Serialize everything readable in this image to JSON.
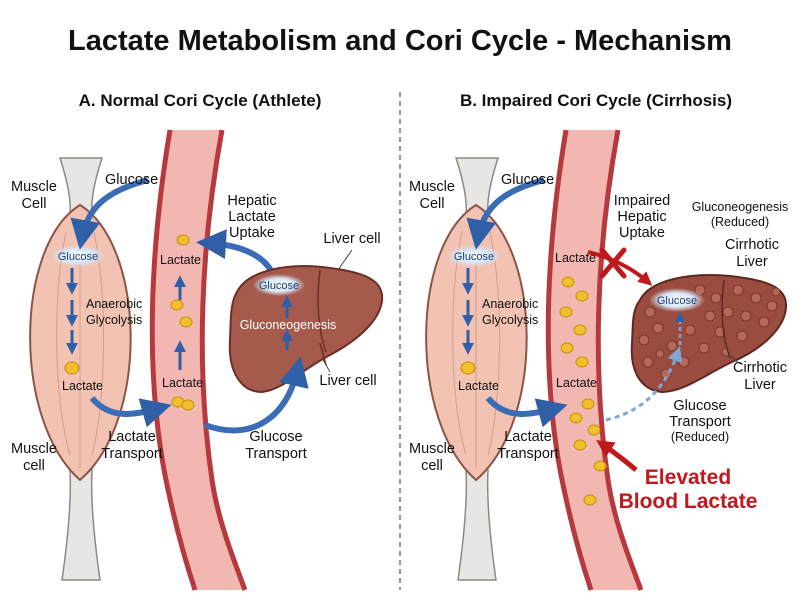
{
  "title": "Lactate Metabolism and Cori Cycle - Mechanism",
  "panel_a": {
    "heading": "A. Normal Cori Cycle (Athlete)",
    "muscle_cell_top": [
      "Muscle",
      "Cell"
    ],
    "muscle_cell_bottom": [
      "Muscle",
      "cell"
    ],
    "glucose_arrow": "Glucose",
    "muscle_glucose": "Glucose",
    "anaerobic": [
      "Anaerobic",
      "Glycolysis"
    ],
    "muscle_lactate": "Lactate",
    "lactate_transport": [
      "Lactate",
      "Transport"
    ],
    "vessel_lactate_top": "Lactate",
    "vessel_lactate_bottom": "Lactate",
    "hepatic_uptake": [
      "Hepatic",
      "Lactate",
      "Uptake"
    ],
    "liver_glucose": "Glucose",
    "gluconeogenesis": "Gluconeogenesis",
    "liver_cell_top": "Liver cell",
    "liver_cell_bottom": "Liver cell",
    "glucose_transport": [
      "Glucose",
      "Transport"
    ]
  },
  "panel_b": {
    "heading": "B. Impaired Cori Cycle (Cirrhosis)",
    "muscle_cell_top": [
      "Muscle",
      "Cell"
    ],
    "muscle_cell_bottom": [
      "Muscle",
      "cell"
    ],
    "glucose_arrow": "Glucose",
    "muscle_glucose": "Glucose",
    "anaerobic": [
      "Anaerobic",
      "Glycolysis"
    ],
    "muscle_lactate": "Lactate",
    "lactate_transport": [
      "Lactate",
      "Transport"
    ],
    "vessel_lactate_top": "Lactate",
    "vessel_lactate_bottom": "Lactate",
    "impaired_uptake": [
      "Impaired",
      "Hepatic",
      "Uptake"
    ],
    "gluconeogenesis_reduced": [
      "Gluconeogenesis",
      "(Reduced)"
    ],
    "cirrhotic_liver_top": [
      "Cirrhotic",
      "Liver"
    ],
    "cirrhotic_liver_right": [
      "Cirrhotic",
      "Liver"
    ],
    "liver_glucose": "Glucose",
    "glucose_transport_reduced": [
      "Glucose",
      "Transport",
      "(Reduced)"
    ],
    "elevated": [
      "Elevated",
      "Blood Lactate"
    ]
  },
  "colors": {
    "muscle_fill": "#f2c2b2",
    "vessel_fill": "#f3b7b2",
    "vessel_wall": "#b6393e",
    "liver_fill": "#a55a4c",
    "cirrhotic_fill": "#9b4c40",
    "arrow_blue": "#3a6db5",
    "lactate_yellow": "#f2bf2c",
    "warning_red": "#c0181d"
  }
}
